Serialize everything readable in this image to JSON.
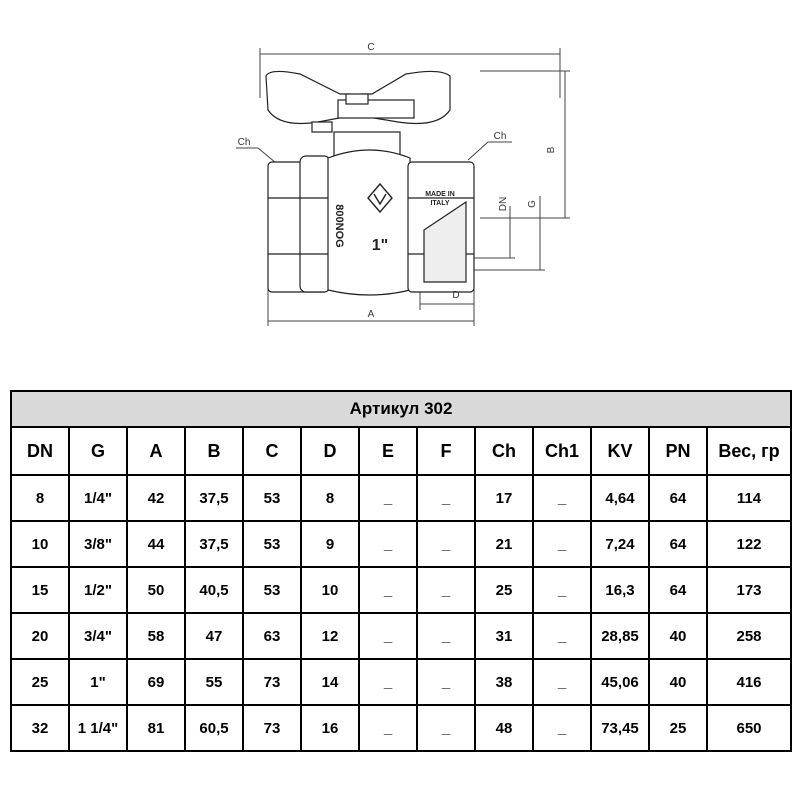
{
  "drawing": {
    "dimensions": {
      "a": "A",
      "b": "B",
      "c": "C",
      "d": "D",
      "dn": "DN",
      "g": "G",
      "ch_left": "Ch",
      "ch_right": "Ch"
    },
    "body_marks": {
      "brand": "800NOG",
      "size": "1\"",
      "made_line1": "MADE IN",
      "made_line2": "ITALY"
    }
  },
  "table": {
    "title": "Артикул 302",
    "headers": [
      "DN",
      "G",
      "A",
      "B",
      "C",
      "D",
      "E",
      "F",
      "Ch",
      "Ch1",
      "KV",
      "PN",
      "Вес, гр"
    ],
    "rows": [
      [
        "8",
        "1/4\"",
        "42",
        "37,5",
        "53",
        "8",
        "_",
        "_",
        "17",
        "_",
        "4,64",
        "64",
        "114"
      ],
      [
        "10",
        "3/8\"",
        "44",
        "37,5",
        "53",
        "9",
        "_",
        "_",
        "21",
        "_",
        "7,24",
        "64",
        "122"
      ],
      [
        "15",
        "1/2\"",
        "50",
        "40,5",
        "53",
        "10",
        "_",
        "_",
        "25",
        "_",
        "16,3",
        "64",
        "173"
      ],
      [
        "20",
        "3/4\"",
        "58",
        "47",
        "63",
        "12",
        "_",
        "_",
        "31",
        "_",
        "28,85",
        "40",
        "258"
      ],
      [
        "25",
        "1\"",
        "69",
        "55",
        "73",
        "14",
        "_",
        "_",
        "38",
        "_",
        "45,06",
        "40",
        "416"
      ],
      [
        "32",
        "1 1/4\"",
        "81",
        "60,5",
        "73",
        "16",
        "_",
        "_",
        "48",
        "_",
        "73,45",
        "25",
        "650"
      ]
    ]
  }
}
